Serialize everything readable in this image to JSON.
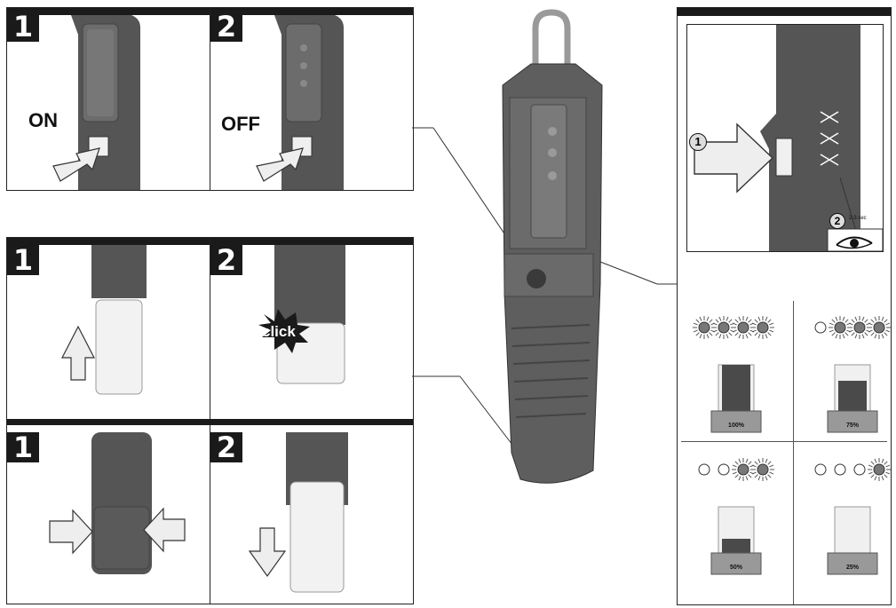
{
  "switch_panel": {
    "steps": [
      {
        "number": "1",
        "state": "ON"
      },
      {
        "number": "2",
        "state": "OFF"
      }
    ]
  },
  "battery_panel": {
    "insert": [
      {
        "number": "1"
      },
      {
        "number": "2",
        "sound": "click"
      }
    ],
    "remove": [
      {
        "number": "1"
      },
      {
        "number": "2"
      }
    ]
  },
  "charge_panel": {
    "press_marker": "1",
    "watch_marker": "2",
    "watch_time": "2-3 sec",
    "levels": [
      {
        "label": "100%",
        "lit": 4,
        "fill": 1.0
      },
      {
        "label": "75%",
        "lit": 3,
        "fill": 0.75
      },
      {
        "label": "50%",
        "lit": 2,
        "fill": 0.5
      },
      {
        "label": "25%",
        "lit": 1,
        "fill": 0.25
      }
    ]
  },
  "colors": {
    "dark": "#1a1a1a",
    "body": "#555555",
    "battery": "#f2f2f2"
  },
  "icons": [
    "arrow-icon",
    "burst-icon",
    "eye-icon",
    "led-icon",
    "battery-icon",
    "carabiner-hook-icon"
  ]
}
